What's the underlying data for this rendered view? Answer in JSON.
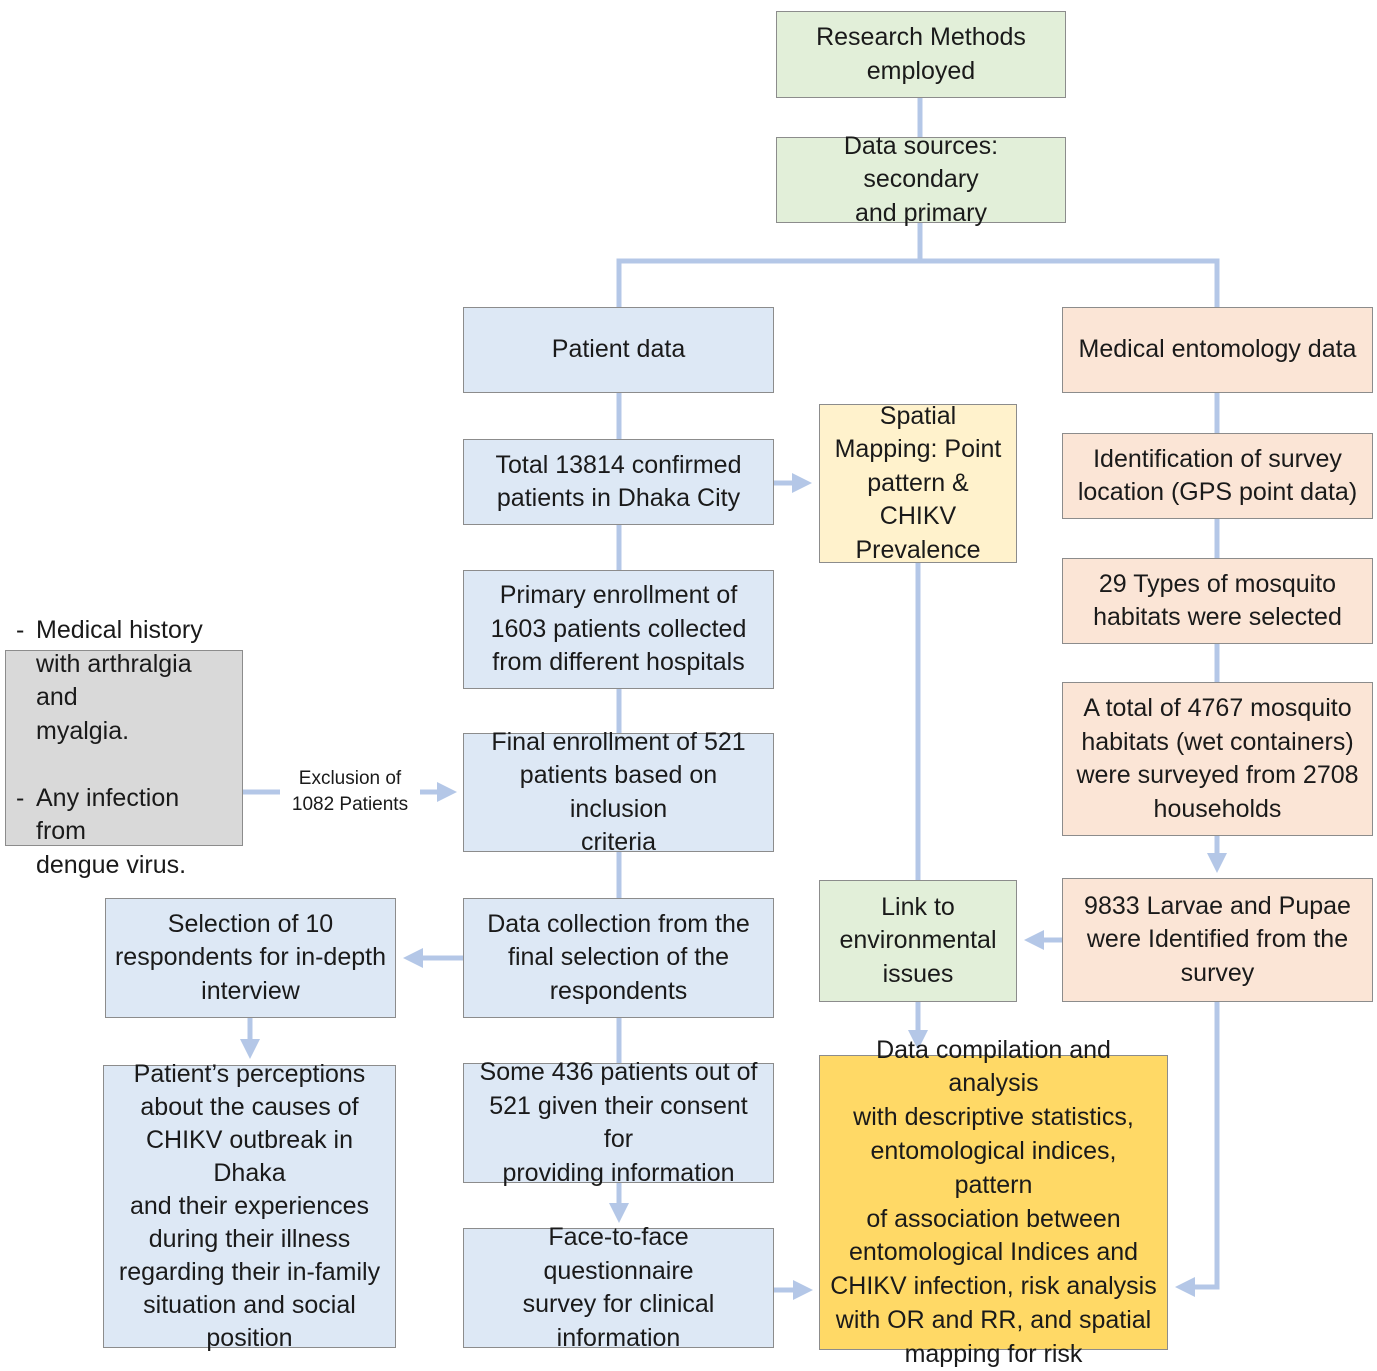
{
  "boxes": {
    "research_methods": "Research Methods\nemployed",
    "data_sources": "Data sources: secondary\nand primary",
    "patient_data": "Patient data",
    "medical_entomology": "Medical entomology data",
    "total_patients": "Total 13814 confirmed\npatients in Dhaka City",
    "spatial_mapping": "Spatial\nMapping: Point\npattern & CHIKV\nPrevalence",
    "survey_location": "Identification of survey\nlocation (GPS point data)",
    "primary_enrollment": "Primary enrollment of\n1603 patients collected\nfrom different hospitals",
    "mosquito_types": "29 Types of mosquito\nhabitats were selected",
    "final_enrollment": "Final enrollment of 521\npatients based on inclusion\ncriteria",
    "total_habitats": "A total of 4767 mosquito\nhabitats (wet containers)\nwere surveyed from 2708\nhouseholds",
    "data_collection": "Data collection from the\nfinal selection of the\nrespondents",
    "selection_respondents": "Selection of 10\nrespondents for in-depth\ninterview",
    "link_environmental": "Link to\nenvironmental\nissues",
    "larvae_pupae": "9833 Larvae and Pupae\nwere Identified from the\nsurvey",
    "consent": "Some 436 patients out of\n521 given their consent for\nproviding information",
    "perceptions": "Patient’s perceptions\nabout the causes of\nCHIKV outbreak in Dhaka\nand their experiences\nduring their illness\nregarding their in-family\nsituation and social\nposition",
    "questionnaire": "Face-to-face questionnaire\nsurvey for clinical\ninformation",
    "compilation": "Data compilation and analysis\nwith descriptive statistics,\nentomological indices, pattern\nof association between\nentomological Indices and\nCHIKV infection, risk analysis\nwith OR and RR, and spatial\nmapping for risk"
  },
  "exclusion_criteria": [
    "Medical history\nwith arthralgia and\nmyalgia.",
    "Any infection from\ndengue virus."
  ],
  "exclusion_label": "Exclusion of\n1082 Patients",
  "colors": {
    "connector": "#b4c7e7",
    "green_fill": "#e2efd9",
    "blue_fill": "#dde8f5",
    "peach_fill": "#fbe5d6",
    "yellow_fill": "#fff2cc",
    "gold_fill": "#ffd966",
    "grey_fill": "#d9d9d9",
    "box_border": "#8c8c8c"
  }
}
